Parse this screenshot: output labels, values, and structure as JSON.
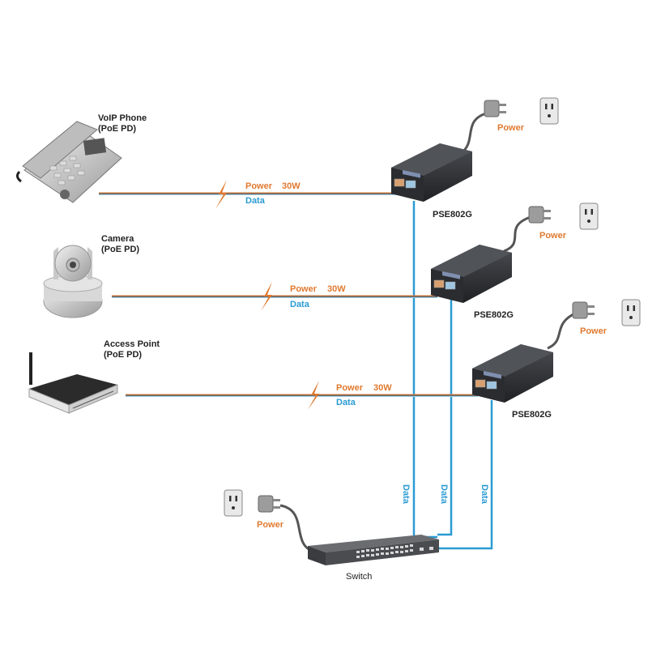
{
  "colors": {
    "power": "#e07a30",
    "data": "#2a9bd3",
    "cable_gray": "#555555",
    "device_dark": "#2e3033"
  },
  "devices": [
    {
      "name": "VoIP Phone",
      "type": "(PoE PD)",
      "icon": "voip-phone-icon"
    },
    {
      "name": "Camera",
      "type": "(PoE PD)",
      "icon": "ip-camera-icon"
    },
    {
      "name": "Access Point",
      "type": "(PoE PD)",
      "icon": "wireless-router-icon"
    }
  ],
  "links": [
    {
      "power_label": "Power",
      "wattage": "30W",
      "data_label": "Data"
    },
    {
      "power_label": "Power",
      "wattage": "30W",
      "data_label": "Data"
    },
    {
      "power_label": "Power",
      "wattage": "30W",
      "data_label": "Data"
    }
  ],
  "injectors": [
    {
      "model": "PSE802G",
      "power_label": "Power"
    },
    {
      "model": "PSE802G",
      "power_label": "Power"
    },
    {
      "model": "PSE802G",
      "power_label": "Power"
    }
  ],
  "uplinks": [
    "Data",
    "Data",
    "Data"
  ],
  "switch": {
    "label": "Switch",
    "power_label": "Power"
  }
}
